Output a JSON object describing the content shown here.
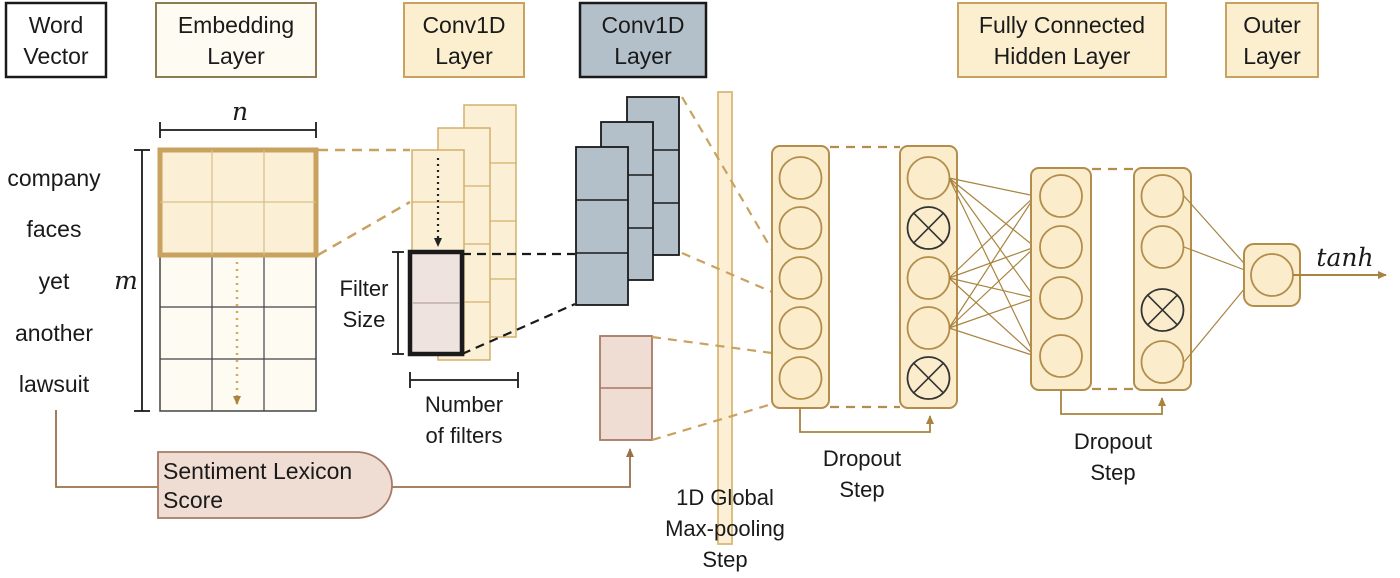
{
  "headers": {
    "word_vector": [
      "Word",
      "Vector"
    ],
    "embedding_layer": [
      "Embedding",
      "Layer"
    ],
    "conv1d_a": [
      "Conv1D",
      "Layer"
    ],
    "conv1d_b": [
      "Conv1D",
      "Layer"
    ],
    "fully_connected": [
      "Fully Connected",
      "Hidden Layer"
    ],
    "outer_layer": [
      "Outer",
      "Layer"
    ]
  },
  "words": [
    "company",
    "faces",
    "yet",
    "another",
    "lawsuit"
  ],
  "dims": {
    "n": "n",
    "m": "m"
  },
  "filter_size": [
    "Filter",
    "Size"
  ],
  "number_of_filters": [
    "Number",
    "of filters"
  ],
  "sentiment_lexicon": [
    "Sentiment Lexicon",
    "Score"
  ],
  "max_pooling": [
    "1D Global",
    "Max-pooling",
    "Step"
  ],
  "dropout_1": [
    "Dropout",
    "Step"
  ],
  "dropout_2": [
    "Dropout",
    "Step"
  ],
  "activation": "tanh",
  "colors": {
    "gold": "#c8a25e",
    "gold_dark": "#9b7a3c",
    "cream": "#fdf3dc",
    "light_fill": "#f9edd3",
    "slate": "#b4c0c9",
    "pink": "#efdcd3",
    "pink_dark": "#a77a66"
  }
}
